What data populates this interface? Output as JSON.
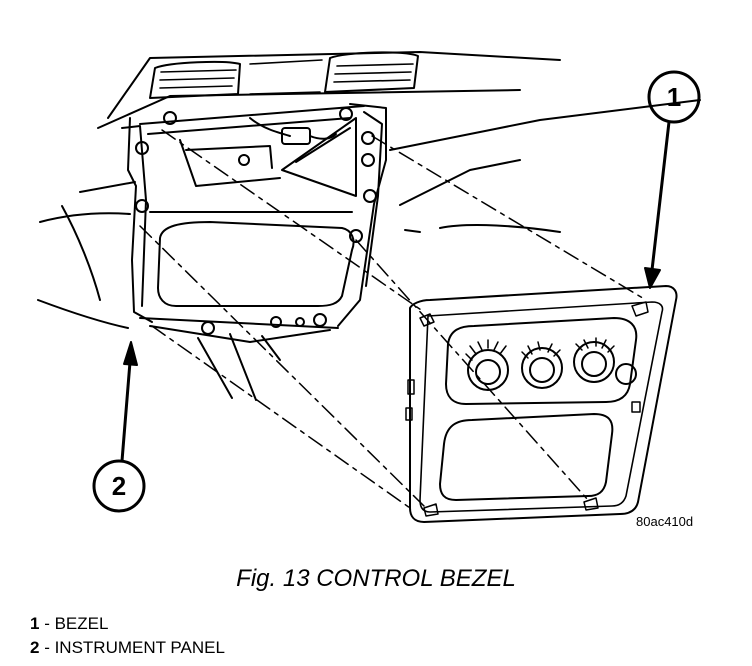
{
  "figure": {
    "code": "80ac410d",
    "caption": "Fig. 13 CONTROL BEZEL",
    "callouts": [
      {
        "number": "1"
      },
      {
        "number": "2"
      }
    ],
    "legend": [
      {
        "number": "1",
        "sep": " - ",
        "label": "BEZEL"
      },
      {
        "number": "2",
        "sep": " - ",
        "label": "INSTRUMENT PANEL"
      }
    ]
  }
}
